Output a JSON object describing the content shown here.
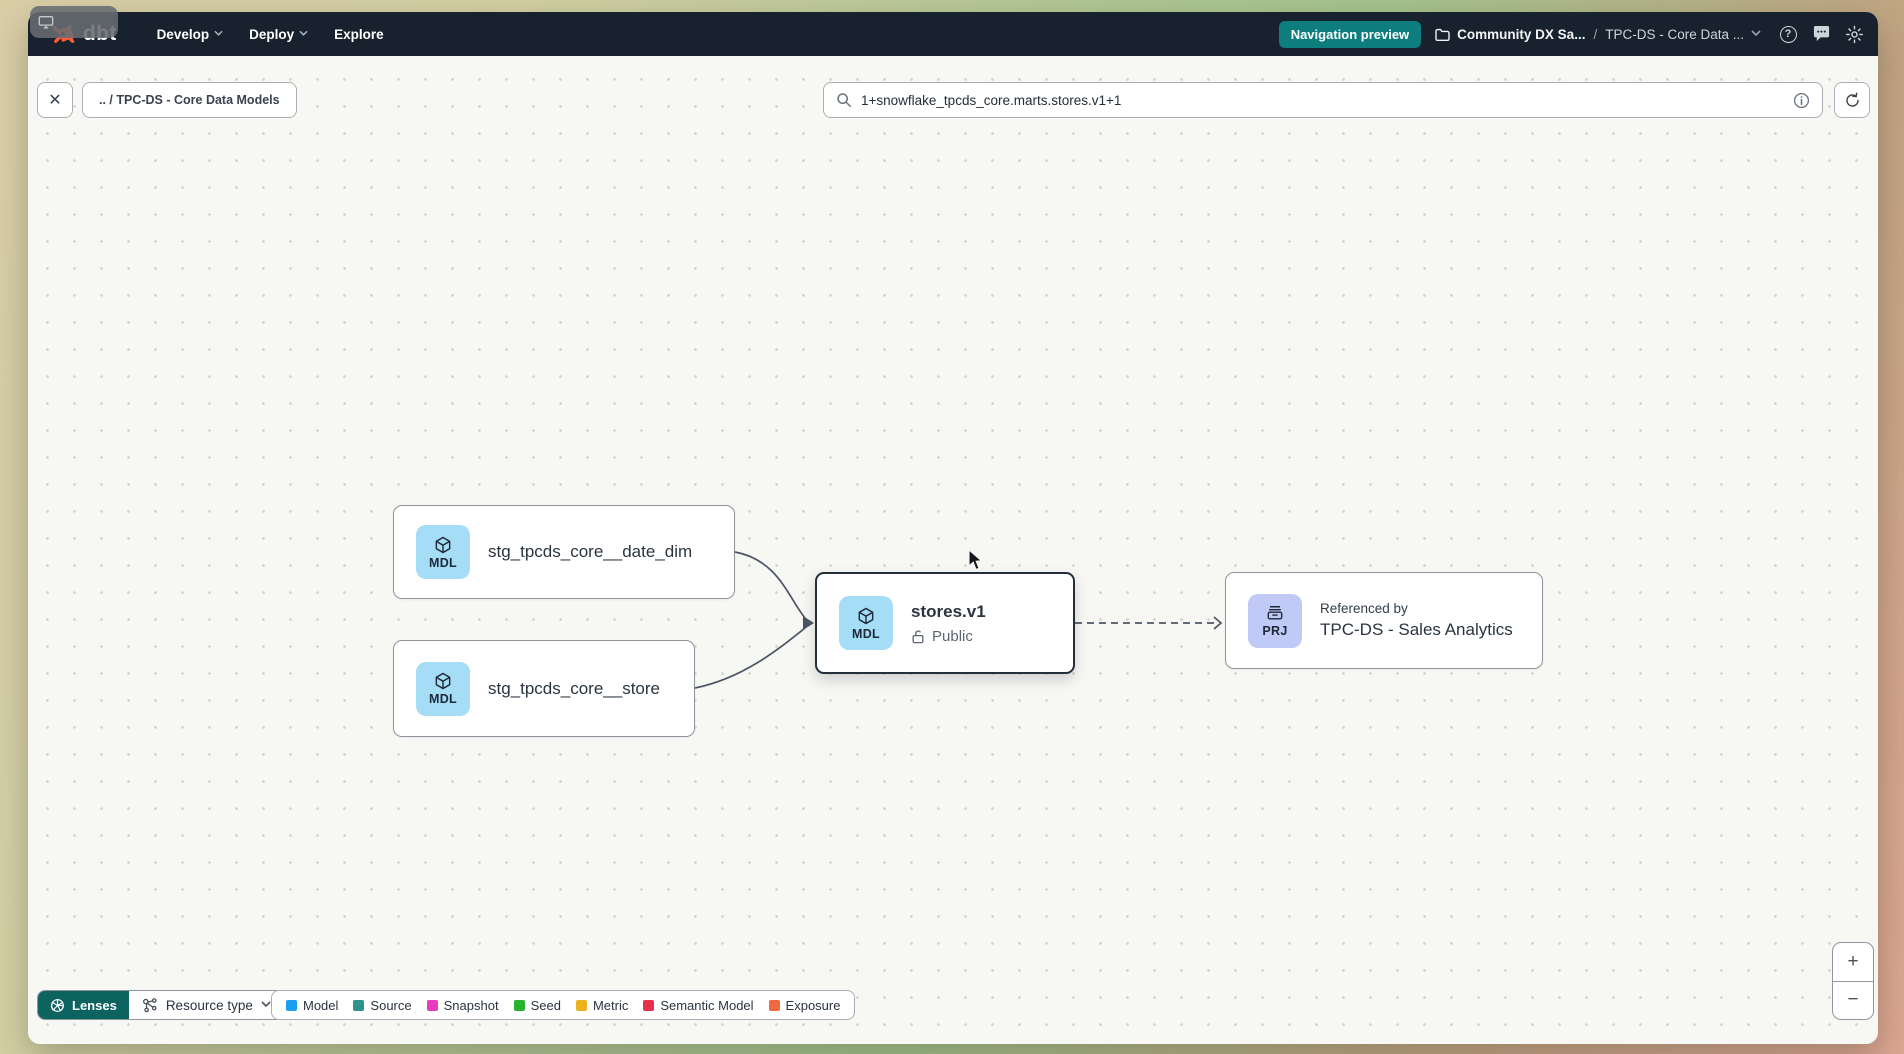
{
  "navbar": {
    "logo": "dbt",
    "menus": [
      {
        "label": "Develop"
      },
      {
        "label": "Deploy"
      },
      {
        "label": "Explore"
      }
    ],
    "preview_badge": "Navigation preview",
    "breadcrumb": {
      "account": "Community DX Sa...",
      "separator": "/",
      "project": "TPC-DS - Core Data ..."
    },
    "icons": {
      "help_glyph": "?"
    }
  },
  "toolbar": {
    "close_glyph": "✕",
    "path_chip": ".. / TPC-DS - Core Data Models",
    "search_value": "1+snowflake_tpcds_core.marts.stores.v1+1"
  },
  "graph": {
    "nodes": [
      {
        "badge": "MDL",
        "label": "stg_tpcds_core__date_dim"
      },
      {
        "badge": "MDL",
        "label": "stg_tpcds_core__store"
      },
      {
        "badge": "MDL",
        "label": "stores.v1",
        "sublabel": "Public"
      },
      {
        "badge": "PRJ",
        "overline": "Referenced by",
        "label": "TPC-DS - Sales Analytics"
      }
    ]
  },
  "footer": {
    "lenses_label": "Lenses",
    "resource_type_label": "Resource type",
    "legend": [
      {
        "label": "Model",
        "color": "#1a9ef0"
      },
      {
        "label": "Source",
        "color": "#2e938c"
      },
      {
        "label": "Snapshot",
        "color": "#e93ac1"
      },
      {
        "label": "Seed",
        "color": "#27b32d"
      },
      {
        "label": "Metric",
        "color": "#ecb21f"
      },
      {
        "label": "Semantic Model",
        "color": "#e82f4e"
      },
      {
        "label": "Exposure",
        "color": "#f0683f"
      }
    ],
    "zoom_in": "+",
    "zoom_out": "−"
  }
}
